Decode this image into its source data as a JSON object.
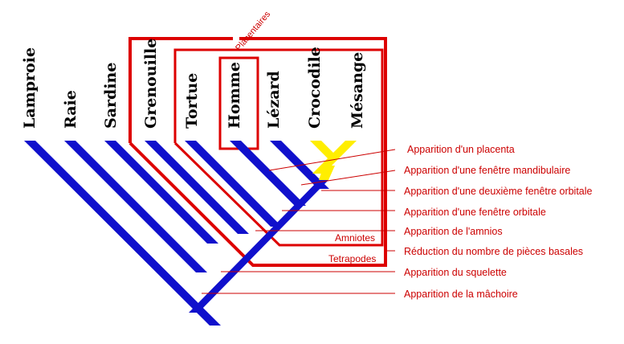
{
  "taxa": [
    "Lamproie",
    "Raie",
    "Sardine",
    "Grenouille",
    "Tortue",
    "Homme",
    "Lézard",
    "Crocodile",
    "Mésange"
  ],
  "groups": {
    "placentaires": "Placentaires",
    "amniotes": "Amniotes",
    "tetrapodes": "Tetrapodes"
  },
  "characters": [
    "Apparition d'un placenta",
    "Apparition d'une fenêtre mandibulaire",
    "Apparition d'une deuxième fenêtre orbitale",
    "Apparition d'une fenêtre orbitale",
    "Apparition de l'amnios",
    "Réduction du nombre de pièces basales",
    "Apparition du squelette",
    "Apparition de la mâchoire"
  ],
  "colors": {
    "branch": "#1010cc",
    "highlight_branch": "#ffee00",
    "annotation": "#cc0000",
    "text": "#000000"
  }
}
